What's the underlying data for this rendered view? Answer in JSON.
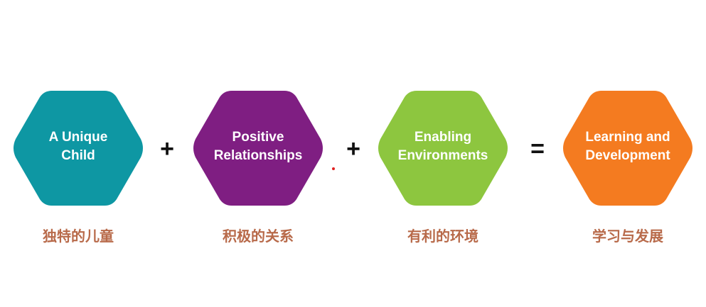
{
  "colors": {
    "unique_child": "#0e97a3",
    "positive_relationships": "#7f1e82",
    "enabling_environments": "#8dc63f",
    "learning_development": "#f47b20",
    "caption": "#b86a4a",
    "operator": "#111111"
  },
  "nodes": [
    {
      "label": "A Unique\nChild",
      "caption": "独特的儿童"
    },
    {
      "label": "Positive\nRelationships",
      "caption": "积极的关系"
    },
    {
      "label": "Enabling\nEnvironments",
      "caption": "有利的环境"
    },
    {
      "label": "Learning and\nDevelopment",
      "caption": "学习与发展"
    }
  ],
  "operators": [
    "+",
    "+",
    "="
  ]
}
